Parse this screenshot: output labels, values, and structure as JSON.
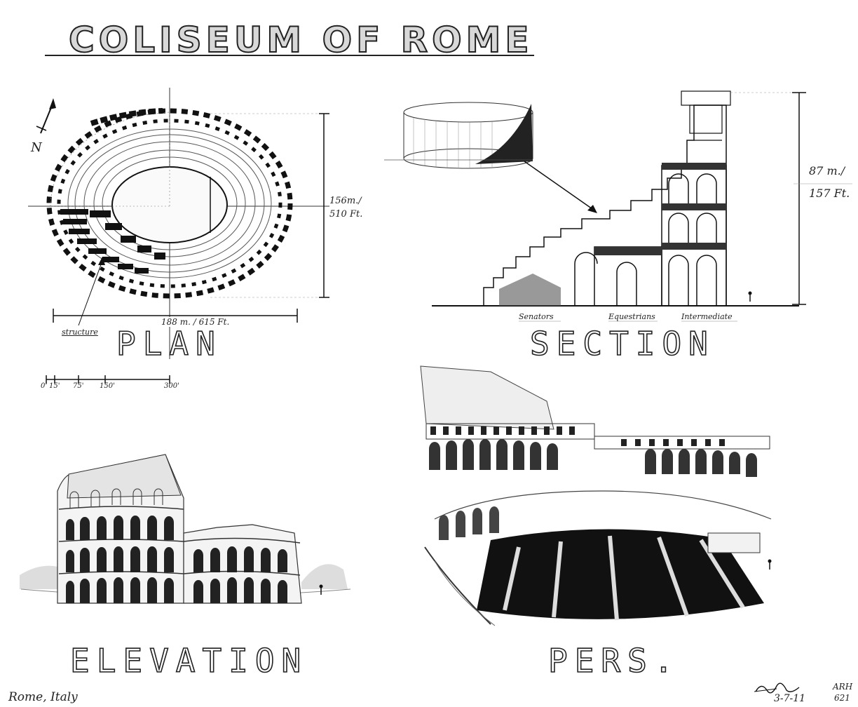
{
  "title": "COLISEUM OF ROME",
  "plan": {
    "label": "PLAN",
    "north": "N",
    "dim_vertical": [
      "156m./",
      "510 Ft."
    ],
    "dim_horizontal": "188 m. / 615  Ft.",
    "callout": "structure",
    "scale_ticks": [
      "0'",
      "15'",
      "75'",
      "150'",
      "300'"
    ]
  },
  "section": {
    "label": "SECTION",
    "dim_vertical": [
      "87 m./",
      "157 Ft."
    ],
    "levels": [
      "Senators",
      "Equestrians",
      "Intermediate"
    ]
  },
  "elevation": {
    "label": "ELEVATION"
  },
  "perspective": {
    "label": "PERS."
  },
  "footer": {
    "location": "Rome, Italy",
    "date": "3-7-11",
    "course": [
      "ARH",
      "621"
    ]
  }
}
